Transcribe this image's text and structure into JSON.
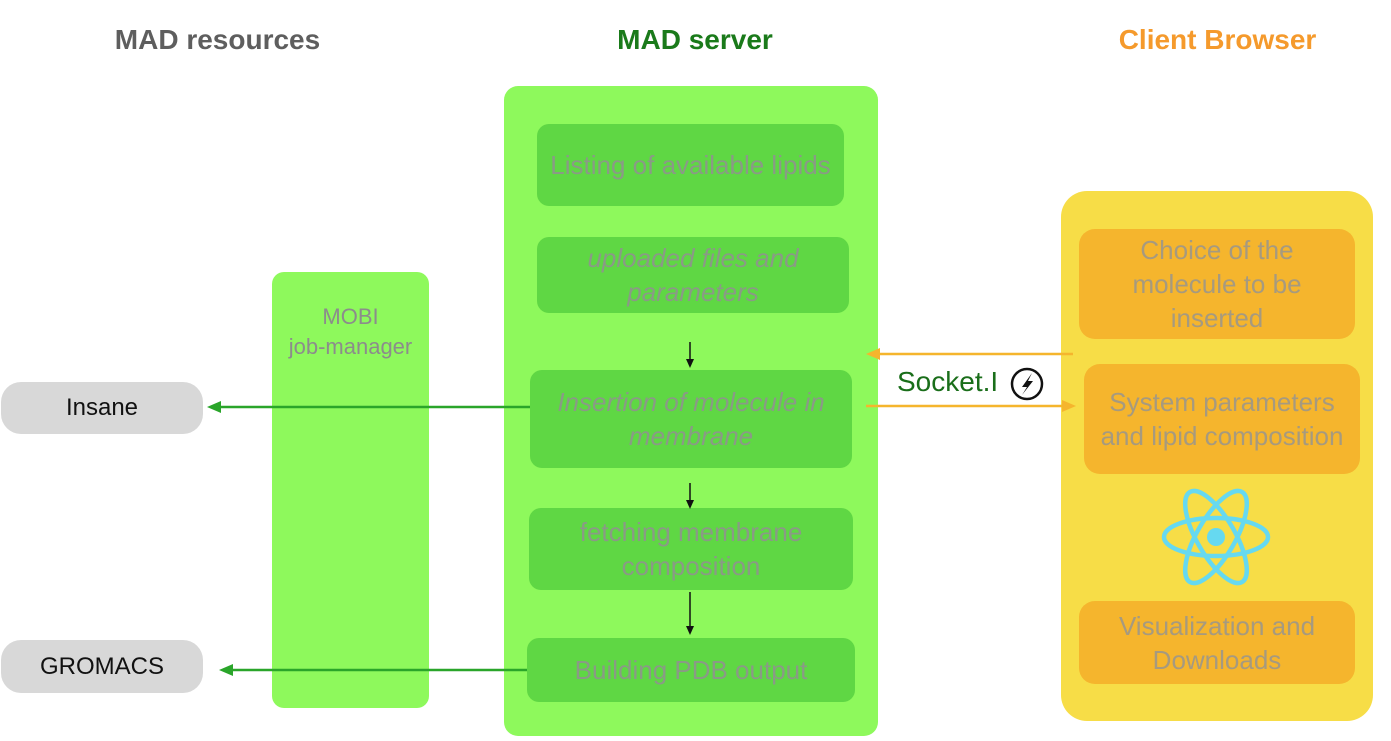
{
  "headers": {
    "resources": "MAD resources",
    "server": "MAD server",
    "client": "Client Browser"
  },
  "mobi": {
    "line1": "MOBI",
    "line2": "job-manager"
  },
  "server_boxes": {
    "listing": "Listing of available lipids",
    "uploaded_line1": "uploaded files and",
    "uploaded_line2": "parameters",
    "insertion_line1": "Insertion of molecule in",
    "insertion_line2": "membrane",
    "fetching_line1": "fetching membrane",
    "fetching_line2": "composition",
    "building": "Building PDB output"
  },
  "client_boxes": {
    "choice_line1": "Choice of the",
    "choice_line2": "molecule to be",
    "choice_line3": "inserted",
    "system_line1": "System parameters",
    "system_line2": "and lipid composition",
    "visual_line1": "Visualization and",
    "visual_line2": "Downloads"
  },
  "resources": {
    "insane": "Insane",
    "gromacs": "GROMACS"
  },
  "socket_label": "Socket.I",
  "icons": [
    "socketio-icon",
    "react-icon"
  ],
  "colors": {
    "server_panel": "#8ef95c",
    "server_box": "#5fd744",
    "client_panel": "#f7dd47",
    "client_box": "#f5b52d",
    "green_arrow": "#2aa52a",
    "orange_arrow": "#f5b52d",
    "react": "#66d9f0"
  }
}
